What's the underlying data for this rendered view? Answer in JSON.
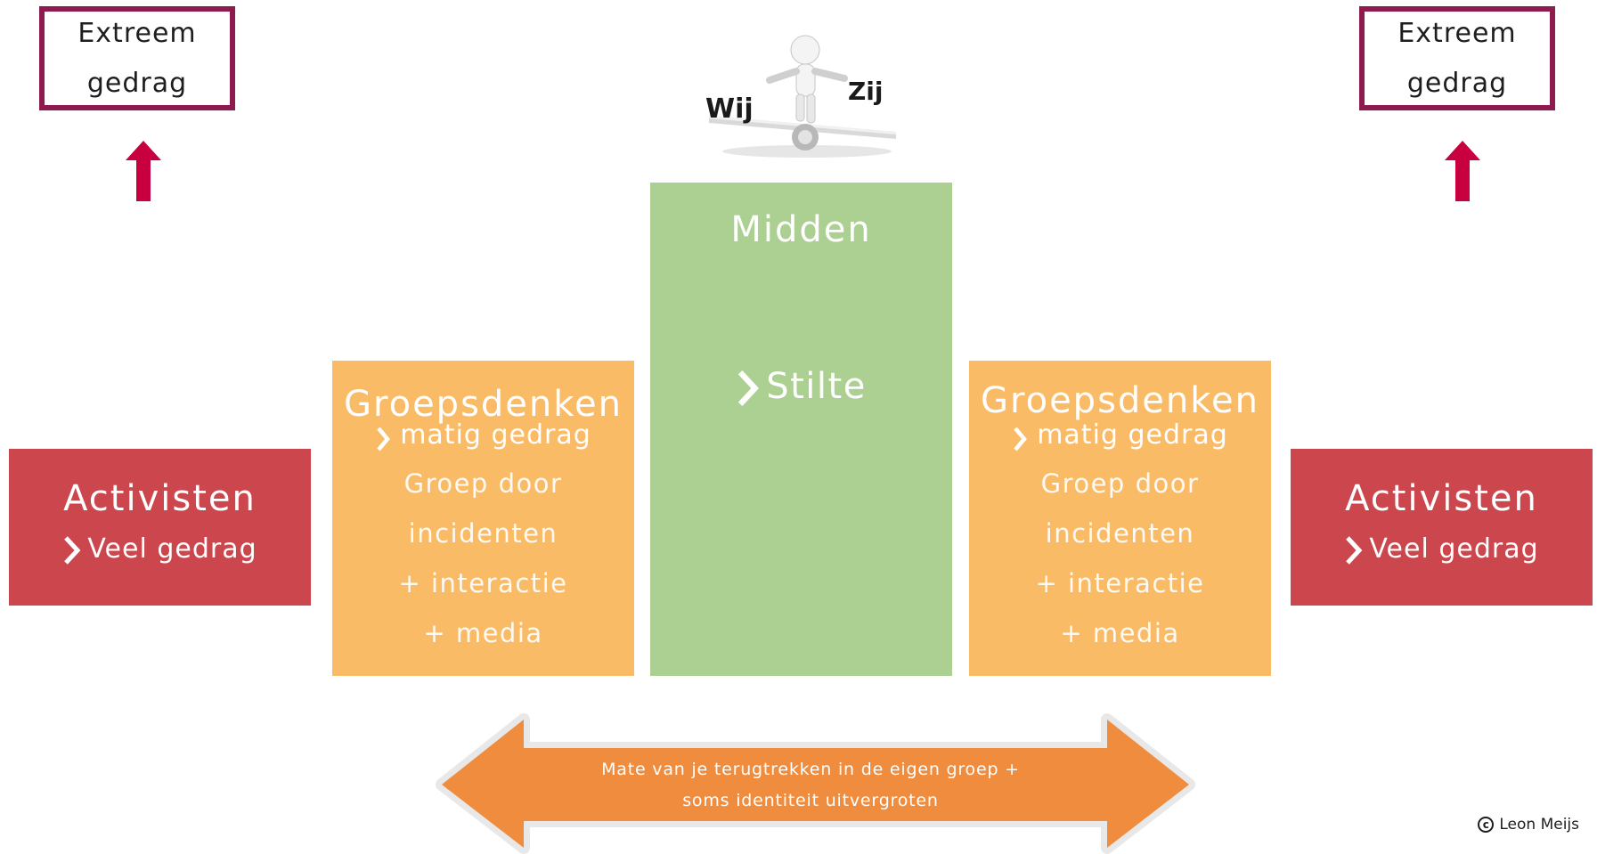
{
  "extreme_left": {
    "line1": "Extreem",
    "line2": "gedrag"
  },
  "extreme_right": {
    "line1": "Extreem",
    "line2": "gedrag"
  },
  "balance_image": {
    "left_label": "Wij",
    "right_label": "Zij"
  },
  "midden": {
    "title": "Midden",
    "item": "Stilte"
  },
  "groeps_left": {
    "title": "Groepsdenken",
    "item": "matig gedrag",
    "lines": [
      "Groep door",
      "incidenten",
      "+ interactie",
      "+ media"
    ]
  },
  "groeps_right": {
    "title": "Groepsdenken",
    "item": "matig gedrag",
    "lines": [
      "Groep door",
      "incidenten",
      "+ interactie",
      "+ media"
    ]
  },
  "activisten_left": {
    "title": "Activisten",
    "item": "Veel gedrag"
  },
  "activisten_right": {
    "title": "Activisten",
    "item": "Veel gedrag"
  },
  "arrow": {
    "line1": "Mate van je terugtrekken in de eigen groep +",
    "line2": "soms identiteit uitvergroten"
  },
  "copyright": {
    "icon": "copyright-icon",
    "text": "Leon Meijs"
  },
  "colors": {
    "red": "#cc464d",
    "orange": "#fabb66",
    "green": "#acd092",
    "arrow_orange": "#f08c3e",
    "frame": "#8e1a4e",
    "up_arrow": "#c8003f"
  }
}
